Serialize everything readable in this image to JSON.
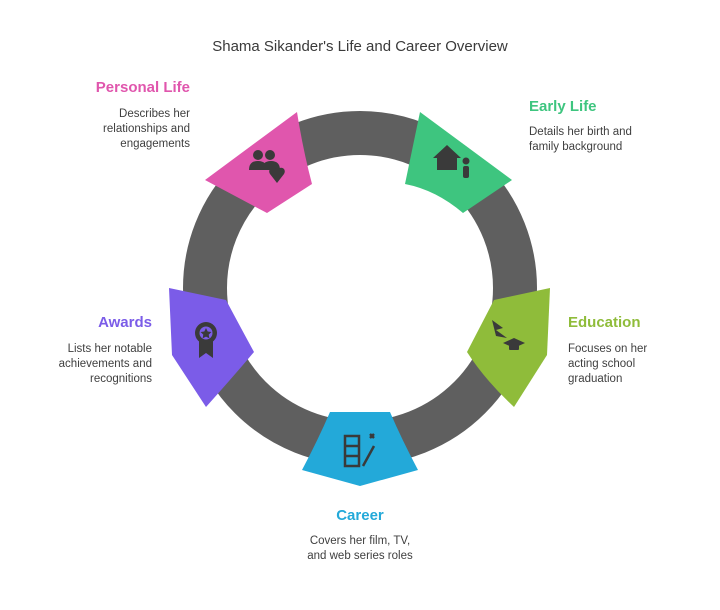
{
  "title": "Shama Sikander's Life and Career Overview",
  "colors": {
    "ring": "#5f5f5f",
    "early_life": "#3ec57f",
    "education": "#8fbc3a",
    "career": "#23a9d9",
    "awards": "#7b5ce8",
    "personal_life": "#e056ad"
  },
  "segments": {
    "early_life": {
      "label": "Early Life",
      "description": "Details her birth and family background",
      "icon": "home-family-icon"
    },
    "education": {
      "label": "Education",
      "description": "Focuses on her acting school graduation",
      "icon": "graduation-icon"
    },
    "career": {
      "label": "Career",
      "description": "Covers her film, TV, and web series roles",
      "icon": "film-script-icon"
    },
    "awards": {
      "label": "Awards",
      "description": "Lists her notable achievements and recognitions",
      "icon": "award-badge-icon"
    },
    "personal_life": {
      "label": "Personal Life",
      "description": "Describes her relationships and engagements",
      "icon": "relationship-icon"
    }
  }
}
